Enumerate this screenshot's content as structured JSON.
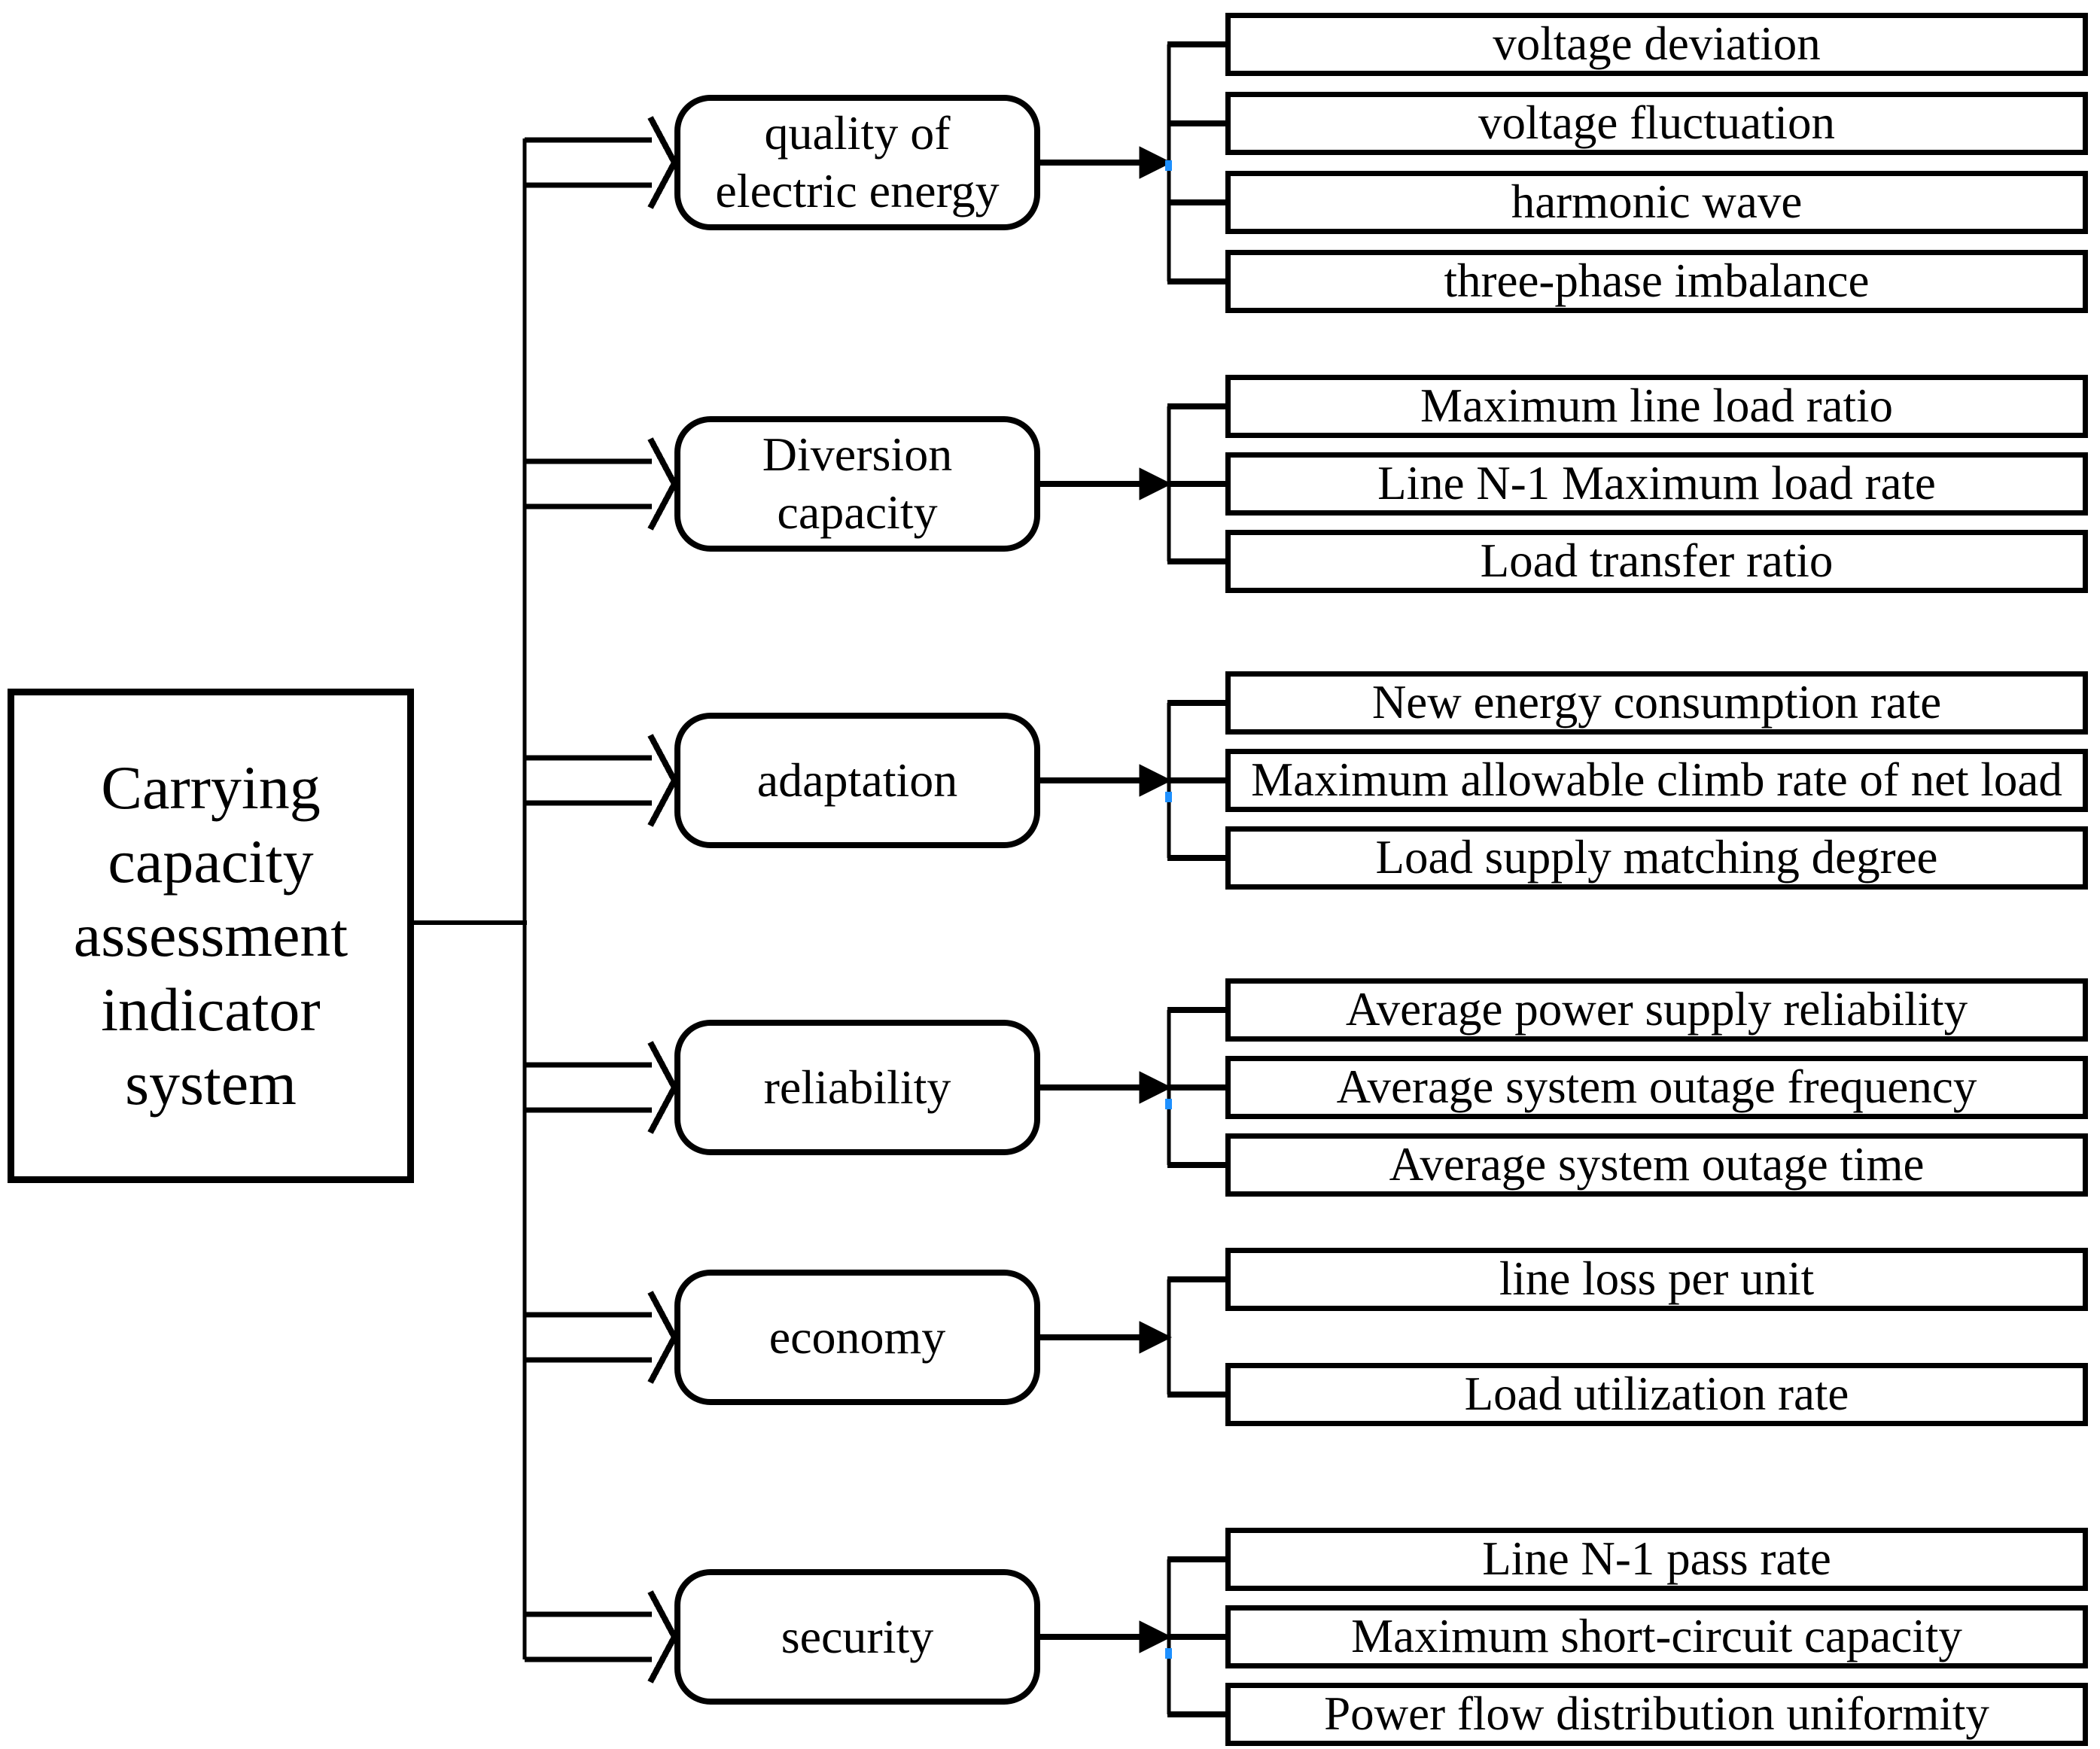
{
  "title": "Carrying capacity assessment indicator system diagram",
  "root": {
    "label": "Carrying capacity assessment indicator system"
  },
  "colors": {
    "line": "#000000",
    "background": "#ffffff",
    "node_fill": "#ffffff",
    "junction_mark": "#1e90ff"
  },
  "groups": [
    {
      "category": "quality of electric energy",
      "leaves": [
        "voltage deviation",
        "voltage fluctuation",
        "harmonic wave",
        "three-phase imbalance"
      ]
    },
    {
      "category": "Diversion capacity",
      "leaves": [
        "Maximum line load ratio",
        "Line N-1 Maximum load rate",
        "Load transfer ratio"
      ]
    },
    {
      "category": "adaptation",
      "leaves": [
        "New energy consumption rate",
        "Maximum allowable climb rate of net load",
        "Load supply matching degree"
      ]
    },
    {
      "category": "reliability",
      "leaves": [
        "Average power supply reliability",
        "Average system outage frequency",
        "Average system outage time"
      ]
    },
    {
      "category": "economy",
      "leaves": [
        "line loss per unit",
        "Load utilization rate"
      ]
    },
    {
      "category": "security",
      "leaves": [
        "Line N-1 pass rate",
        "Maximum short-circuit capacity",
        "Power flow distribution uniformity"
      ]
    }
  ]
}
